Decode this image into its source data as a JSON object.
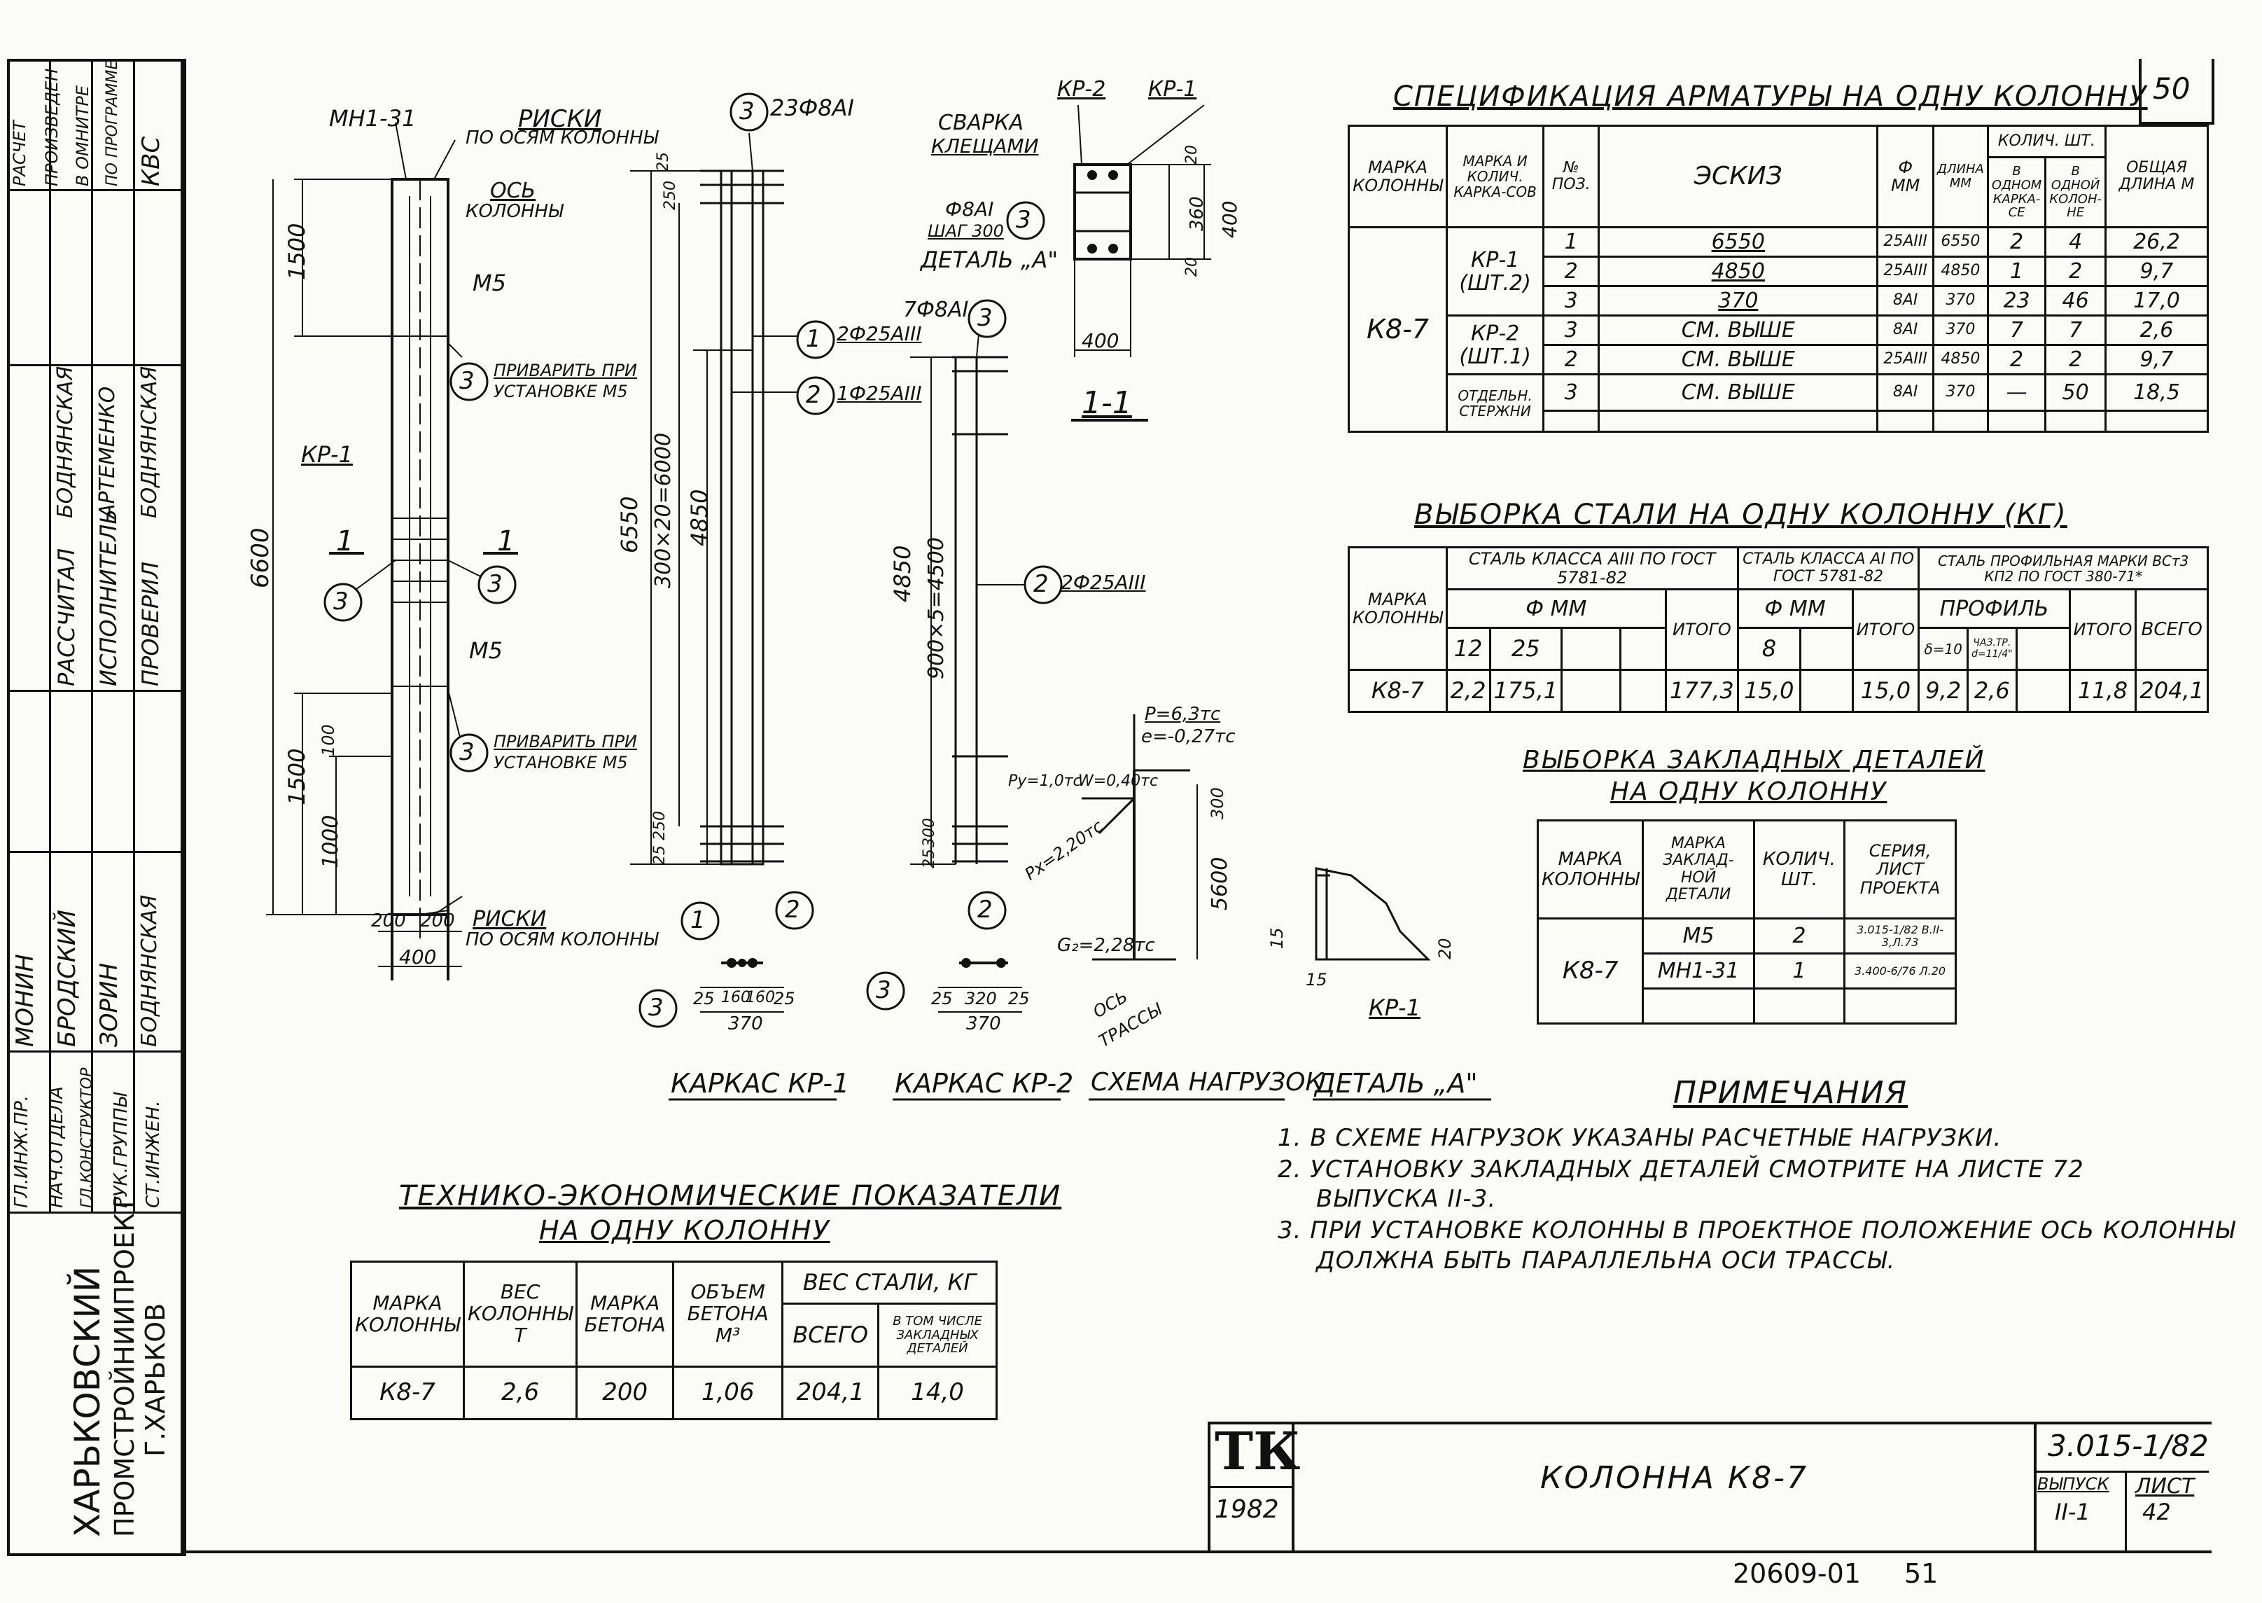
{
  "sheet_corner_number": "50",
  "stamp": {
    "calc_note": [
      "РАСЧЕТ",
      "ПРОИЗВЕДЕН",
      "В ОМНИТРЕ",
      "ПО ПРОГРАММЕ",
      "КВС"
    ],
    "roles": [
      "ГЛ.ИНЖ.ПР.",
      "НАЧ.ОТДЕЛА",
      "ГЛ.КОНСТРУКТОР",
      "РУК.ГРУППЫ",
      "СТ.ИНЖЕН."
    ],
    "names": [
      "МОНИН",
      "БРОДСКИЙ",
      "ЗОРИН",
      "БОДНЯНСКАЯ"
    ],
    "roles2": [
      "РАССЧИТАЛ",
      "ИСПОЛНИТЕЛЬ",
      "ПРОВЕРИЛ"
    ],
    "names2": [
      "БОДНЯНСКАЯ",
      "АРТЕМЕНКО",
      "БОДНЯНСКАЯ"
    ],
    "org": [
      "ХАРЬКОВСКИЙ",
      "ПРОМСТРОЙНИИПРОЕКТ",
      "Г.ХАРЬКОВ"
    ]
  },
  "drawing": {
    "col_labels": {
      "mn": "МН1-31",
      "riski_top": "РИСКИ",
      "riski_top2": "ПО ОСЯМ КОЛОННЫ",
      "os": "ОСЬ",
      "os2": "КОЛОННЫ",
      "m5a": "М5",
      "m5b": "М5",
      "weld1": "ПРИВАРИТЬ ПРИ",
      "weld1b": "УСТАНОВКЕ М5",
      "weld2": "ПРИВАРИТЬ ПРИ",
      "weld2b": "УСТАНОВКЕ М5",
      "kr1": "КР-1",
      "riski_bot": "РИСКИ",
      "riski_bot2": "ПО ОСЯМ КОЛОННЫ",
      "d1500a": "1500",
      "d6600": "6600",
      "d1500b": "1500",
      "d1000": "1000",
      "d100": "100",
      "d200a": "200",
      "d200b": "200",
      "d400": "400",
      "sec1": "1",
      "sec1b": "1"
    },
    "cage1_labels": {
      "rebar3": "23Ф8АI",
      "rebar1": "2Ф25АIII",
      "rebar2": "1Ф25АIII",
      "d25": "25",
      "d250": "250",
      "d6550": "6550",
      "d300x20": "300×20=6000",
      "d4850": "4850",
      "d25b": "25",
      "d250b": "250"
    },
    "cage2_labels": {
      "rebar3": "7Ф8АI",
      "rebar2": "2Ф25АIII",
      "d4850": "4850",
      "d900x5": "900×5=4500",
      "d25": "25",
      "d300": "300"
    },
    "section_labels": {
      "kr2": "КР-2",
      "kr1": "КР-1",
      "weld": "СВАРКА",
      "weld2": "КЛЕЩАМИ",
      "bar": "Ф8АI",
      "bar2": "ШАГ 300",
      "detail": "ДЕТАЛЬ „А\"",
      "d20a": "20",
      "d360": "360",
      "d20b": "20",
      "d400": "400",
      "d400b": "400",
      "title": "1-1"
    },
    "load_labels": {
      "p": "Р=6,3тс",
      "e": "е=-0,27тс",
      "py": "Ру=1,0тс",
      "w": "W=0,40тс",
      "px": "Рх=2,20тс",
      "d300": "300",
      "d5600": "5600",
      "g": "G₂=2,28тс",
      "axis": "ОСЬ",
      "axis2": "ТРАССЫ"
    },
    "detail_labels": {
      "d15a": "15",
      "d15b": "15",
      "d20": "20",
      "kr1": "КР-1"
    },
    "cage_sec_labels": {
      "a25": "25",
      "a160": "160",
      "a160b": "160",
      "a25b": "25",
      "a370": "370",
      "b25": "25",
      "b320": "320",
      "b25b": "25",
      "b370": "370"
    },
    "captions": {
      "cage1": "КАРКАС КР-1",
      "cage2": "КАРКАС КР-2",
      "loads": "СХЕМА НАГРУЗОК",
      "detail": "ДЕТАЛЬ „А\""
    }
  },
  "spec_table": {
    "title": "СПЕЦИФИКАЦИЯ АРМАТУРЫ НА ОДНУ КОЛОННУ",
    "headers": [
      "МАРКА КОЛОННЫ",
      "МАРКА И КОЛИЧ. КАРКА-СОВ",
      "№ ПОЗ.",
      "ЭСКИЗ",
      "Ф ММ",
      "ДЛИНА ММ",
      "КОЛИЧ. ШТ.",
      "ОБЩАЯ ДЛИНА М"
    ],
    "subheaders": [
      "В ОДНОМ КАРКА-СЕ",
      "В ОДНОЙ КОЛОН-НЕ"
    ],
    "mark": "К8-7",
    "groups": [
      "КР-1 (ШТ.2)",
      "КР-2 (ШТ.1)",
      "ОТДЕЛЬН. СТЕРЖНИ"
    ],
    "rows": [
      [
        "1",
        "6550",
        "25АIII",
        "6550",
        "2",
        "4",
        "26,2"
      ],
      [
        "2",
        "4850",
        "25АIII",
        "4850",
        "1",
        "2",
        "9,7"
      ],
      [
        "3",
        "370",
        "8АI",
        "370",
        "23",
        "46",
        "17,0"
      ],
      [
        "3",
        "СМ. ВЫШЕ",
        "8АI",
        "370",
        "7",
        "7",
        "2,6"
      ],
      [
        "2",
        "СМ. ВЫШЕ",
        "25АIII",
        "4850",
        "2",
        "2",
        "9,7"
      ],
      [
        "3",
        "СМ. ВЫШЕ",
        "8АI",
        "370",
        "—",
        "50",
        "18,5"
      ]
    ]
  },
  "steel_table": {
    "title": "ВЫБОРКА СТАЛИ НА ОДНУ КОЛОННУ (КГ)",
    "h_mark": "МАРКА КОЛОННЫ",
    "h_a3": "СТАЛЬ КЛАССА АIII ПО ГОСТ 5781-82",
    "h_a1": "СТАЛЬ КЛАССА АI ПО ГОСТ 5781-82",
    "h_prof": "СТАЛЬ ПРОФИЛЬНАЯ МАРКИ ВСт3 КП2 ПО ГОСТ 380-71*",
    "h_phi": "Ф ММ",
    "h_phi2": "Ф ММ",
    "h_profile": "ПРОФИЛЬ",
    "h_itogo": "ИТОГО",
    "h_itogo2": "ИТОГО",
    "h_itogo3": "ИТОГО",
    "h_total": "ВСЕГО",
    "d12": "12",
    "d25": "25",
    "d8": "8",
    "dprof1": "δ=10",
    "dprof2": "ЧАЗ.ТР. d=11/4\"",
    "row": [
      "К8-7",
      "2,2",
      "175,1",
      "177,3",
      "15,0",
      "15,0",
      "9,2",
      "2,6",
      "11,8",
      "204,1"
    ]
  },
  "embed_table": {
    "title": "ВЫБОРКА ЗАКЛАДНЫХ ДЕТАЛЕЙ",
    "title2": "НА ОДНУ КОЛОННУ",
    "headers": [
      "МАРКА КОЛОННЫ",
      "МАРКА ЗАКЛАД-НОЙ ДЕТАЛИ",
      "КОЛИЧ. ШТ.",
      "СЕРИЯ, ЛИСТ ПРОЕКТА"
    ],
    "mark": "К8-7",
    "rows": [
      [
        "М5",
        "2",
        "3.015-1/82 В.II-3,Л.73"
      ],
      [
        "МН1-31",
        "1",
        "3.400-6/76 Л.20"
      ]
    ]
  },
  "notes": {
    "title": "ПРИМЕЧАНИЯ",
    "items": [
      "1. В СХЕМЕ НАГРУЗОК УКАЗАНЫ РАСЧЕТНЫЕ НАГРУЗКИ.",
      "2. УСТАНОВКУ ЗАКЛАДНЫХ ДЕТАЛЕЙ СМОТРИТЕ НА ЛИСТЕ 72",
      "ВЫПУСКА II-3.",
      "3. ПРИ УСТАНОВКЕ КОЛОННЫ В ПРОЕКТНОЕ ПОЛОЖЕНИЕ ОСЬ КОЛОННЫ",
      "ДОЛЖНА БЫТЬ ПАРАЛЛЕЛЬНА ОСИ ТРАССЫ."
    ]
  },
  "tech_table": {
    "title": "ТЕХНИКО-ЭКОНОМИЧЕСКИЕ ПОКАЗАТЕЛИ",
    "title2": "НА ОДНУ КОЛОННУ",
    "headers": [
      "МАРКА КОЛОННЫ",
      "ВЕС КОЛОННЫ Т",
      "МАРКА БЕТОНА",
      "ОБЪЕМ БЕТОНА М³",
      "ВЕС СТАЛИ, КГ"
    ],
    "sub": [
      "ВСЕГО",
      "В ТОМ ЧИСЛЕ ЗАКЛАДНЫХ ДЕТАЛЕЙ"
    ],
    "row": [
      "К8-7",
      "2,6",
      "200",
      "1,06",
      "204,1",
      "14,0"
    ]
  },
  "title_block": {
    "logo": "ТК",
    "year": "1982",
    "name": "КОЛОННА К8-7",
    "series": "3.015-1/82",
    "issue_label": "ВЫПУСК",
    "issue": "II-1",
    "sheet_label": "ЛИСТ",
    "sheet": "42"
  },
  "footer": {
    "code": "20609-01",
    "page": "51"
  }
}
